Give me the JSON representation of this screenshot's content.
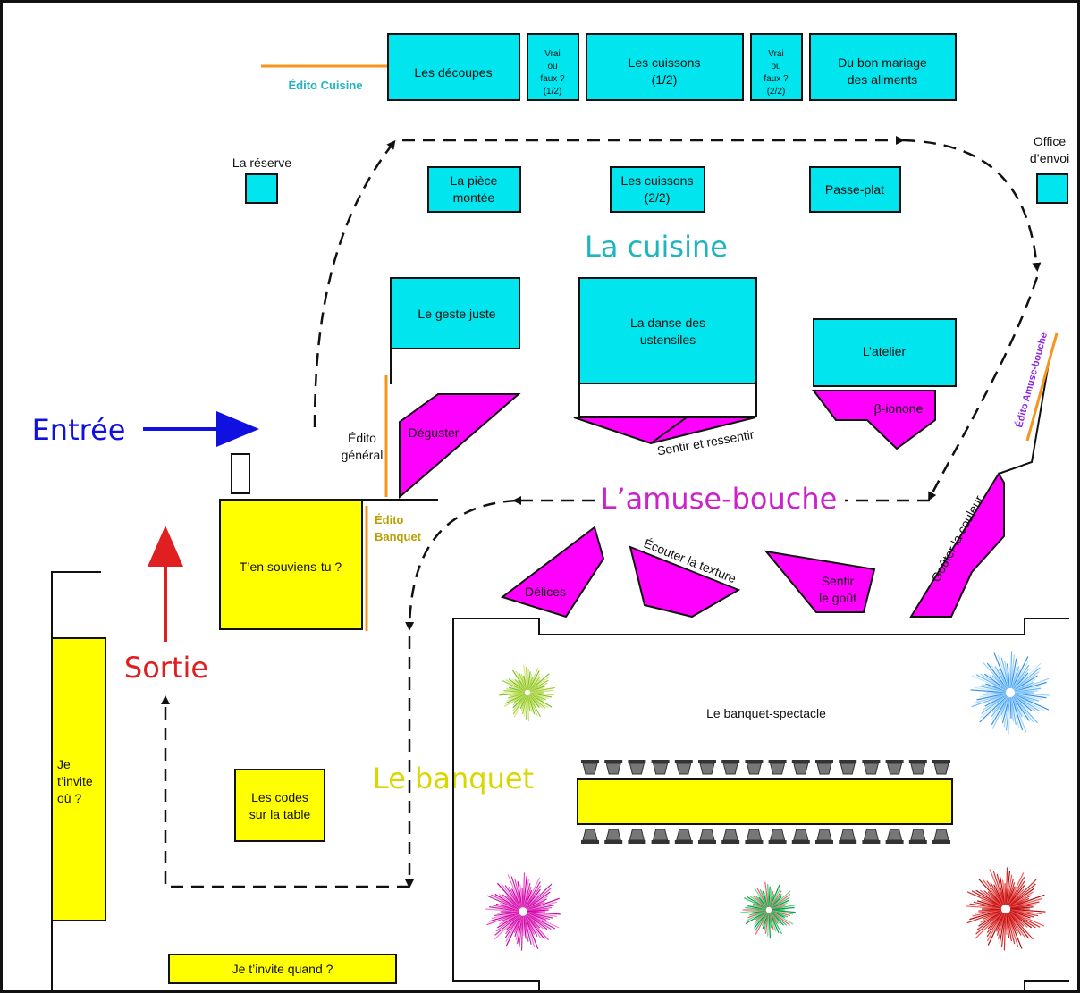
{
  "zones": {
    "cuisine": "La cuisine",
    "amuse_bouche": "L’amuse-bouche",
    "banquet": "Le banquet",
    "entree": "Entrée",
    "sortie": "Sortie"
  },
  "editos": {
    "cuisine": "Édito Cuisine",
    "general_1": "Édito",
    "general_2": "général",
    "banquet_1": "Édito",
    "banquet_2": "Banquet",
    "amuse_bouche": "Édito Amuse-bouche"
  },
  "top_row": {
    "decoupes": "Les découpes",
    "vrai1": [
      "Vrai",
      "ou",
      "faux ?",
      "(1/2)"
    ],
    "cuissons1": [
      "Les cuissons",
      "(1/2)"
    ],
    "vrai2": [
      "Vrai",
      "ou",
      "faux ?",
      "(2/2)"
    ],
    "mariage": [
      "Du bon mariage",
      "des aliments"
    ]
  },
  "kitchen": {
    "reserve": "La réserve",
    "office": [
      "Office",
      "d’envoi"
    ],
    "piece_montee": [
      "La pièce",
      "montée"
    ],
    "cuissons2": [
      "Les cuissons",
      "(2/2)"
    ],
    "passe_plat": "Passe-plat",
    "geste_juste": "Le geste juste",
    "danse": [
      "La danse des",
      "ustensiles"
    ],
    "atelier": "L’atelier"
  },
  "tasting": {
    "deguster": "Déguster",
    "sentir_ressentir": "Sentir et ressentir",
    "beta_ionone": "β-ionone",
    "delices": "Délices",
    "texture": "Écouter la texture",
    "gout": [
      "Sentir",
      "le goût"
    ],
    "couleur": "Goûter la couleur"
  },
  "banquet_area": {
    "souviens": "T’en souviens-tu ?",
    "invite_ou": [
      "Je",
      "t’invite",
      "où ?"
    ],
    "codes": [
      "Les codes",
      "sur la table"
    ],
    "invite_quand": "Je t’invite quand ?",
    "spectacle": "Le banquet-spectacle"
  },
  "colors": {
    "cyan": "#00e5ee",
    "magenta": "#ff00ff",
    "yellow": "#ffff00",
    "orange": "#f7941d",
    "blue": "#1010e0",
    "red": "#e02020",
    "cuisine_text": "#1fb5c0",
    "amuse_text": "#cc22cc",
    "banquet_text": "#d8d800",
    "edito_cuisine_text": "#1fb5c0",
    "edito_banquet_text": "#b8a000",
    "edito_amuse_text": "#8a2be2"
  }
}
